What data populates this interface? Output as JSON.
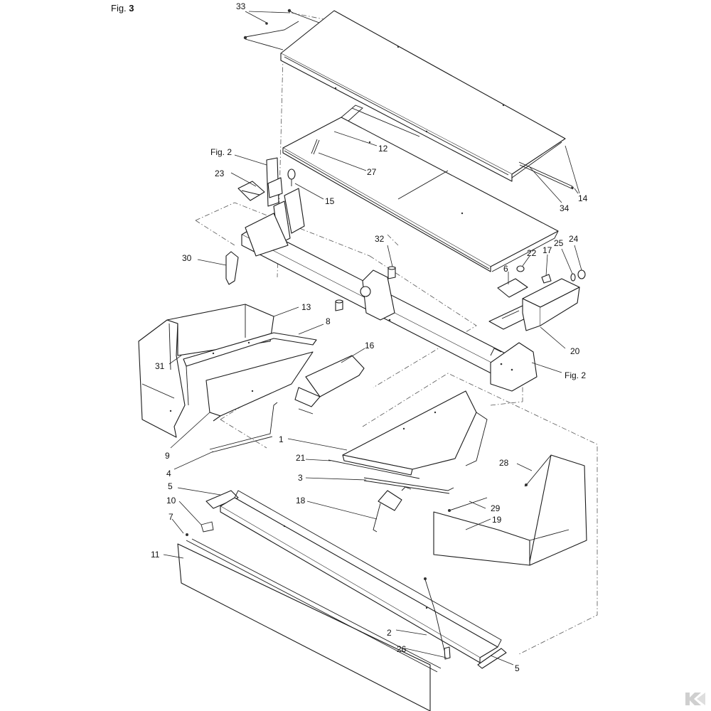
{
  "figure": {
    "prefix": "Fig.",
    "number": "3"
  },
  "references": {
    "fig2_upper": "Fig. 2",
    "fig2_right": "Fig. 2"
  },
  "callouts": [
    {
      "id": "c33",
      "text": "33"
    },
    {
      "id": "c12",
      "text": "12"
    },
    {
      "id": "c27",
      "text": "27"
    },
    {
      "id": "c23",
      "text": "23"
    },
    {
      "id": "c15",
      "text": "15"
    },
    {
      "id": "c14",
      "text": "14"
    },
    {
      "id": "c34",
      "text": "34"
    },
    {
      "id": "c32",
      "text": "32"
    },
    {
      "id": "c24",
      "text": "24"
    },
    {
      "id": "c25",
      "text": "25"
    },
    {
      "id": "c17",
      "text": "17"
    },
    {
      "id": "c22",
      "text": "22"
    },
    {
      "id": "c6",
      "text": "6"
    },
    {
      "id": "c30",
      "text": "30"
    },
    {
      "id": "c13",
      "text": "13"
    },
    {
      "id": "c8",
      "text": "8"
    },
    {
      "id": "c20",
      "text": "20"
    },
    {
      "id": "c16",
      "text": "16"
    },
    {
      "id": "c31",
      "text": "31"
    },
    {
      "id": "c9",
      "text": "9"
    },
    {
      "id": "c4",
      "text": "4"
    },
    {
      "id": "c1",
      "text": "1"
    },
    {
      "id": "c21",
      "text": "21"
    },
    {
      "id": "c3",
      "text": "3"
    },
    {
      "id": "c28",
      "text": "28"
    },
    {
      "id": "c5a",
      "text": "5"
    },
    {
      "id": "c18",
      "text": "18"
    },
    {
      "id": "c29",
      "text": "29"
    },
    {
      "id": "c10",
      "text": "10"
    },
    {
      "id": "c19",
      "text": "19"
    },
    {
      "id": "c7",
      "text": "7"
    },
    {
      "id": "c11",
      "text": "11"
    },
    {
      "id": "c2",
      "text": "2"
    },
    {
      "id": "c26",
      "text": "26"
    },
    {
      "id": "c5b",
      "text": "5"
    }
  ],
  "brand": {
    "logo_icon": "k-logo-icon",
    "color": "#cfcfcf"
  }
}
